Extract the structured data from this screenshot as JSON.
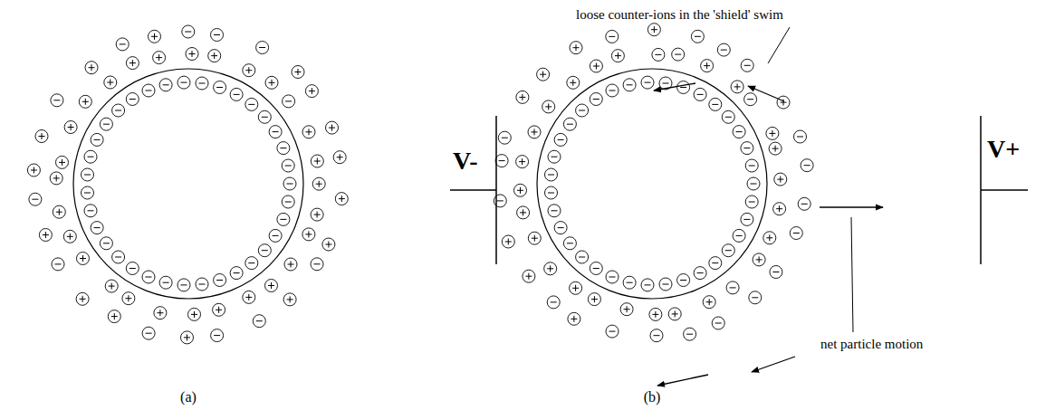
{
  "diagram": {
    "labels": [
      "V-",
      "V+",
      "(a)",
      "(b)",
      "loose counter-ions in the 'shield' swim",
      "net particle motion"
    ]
  }
}
